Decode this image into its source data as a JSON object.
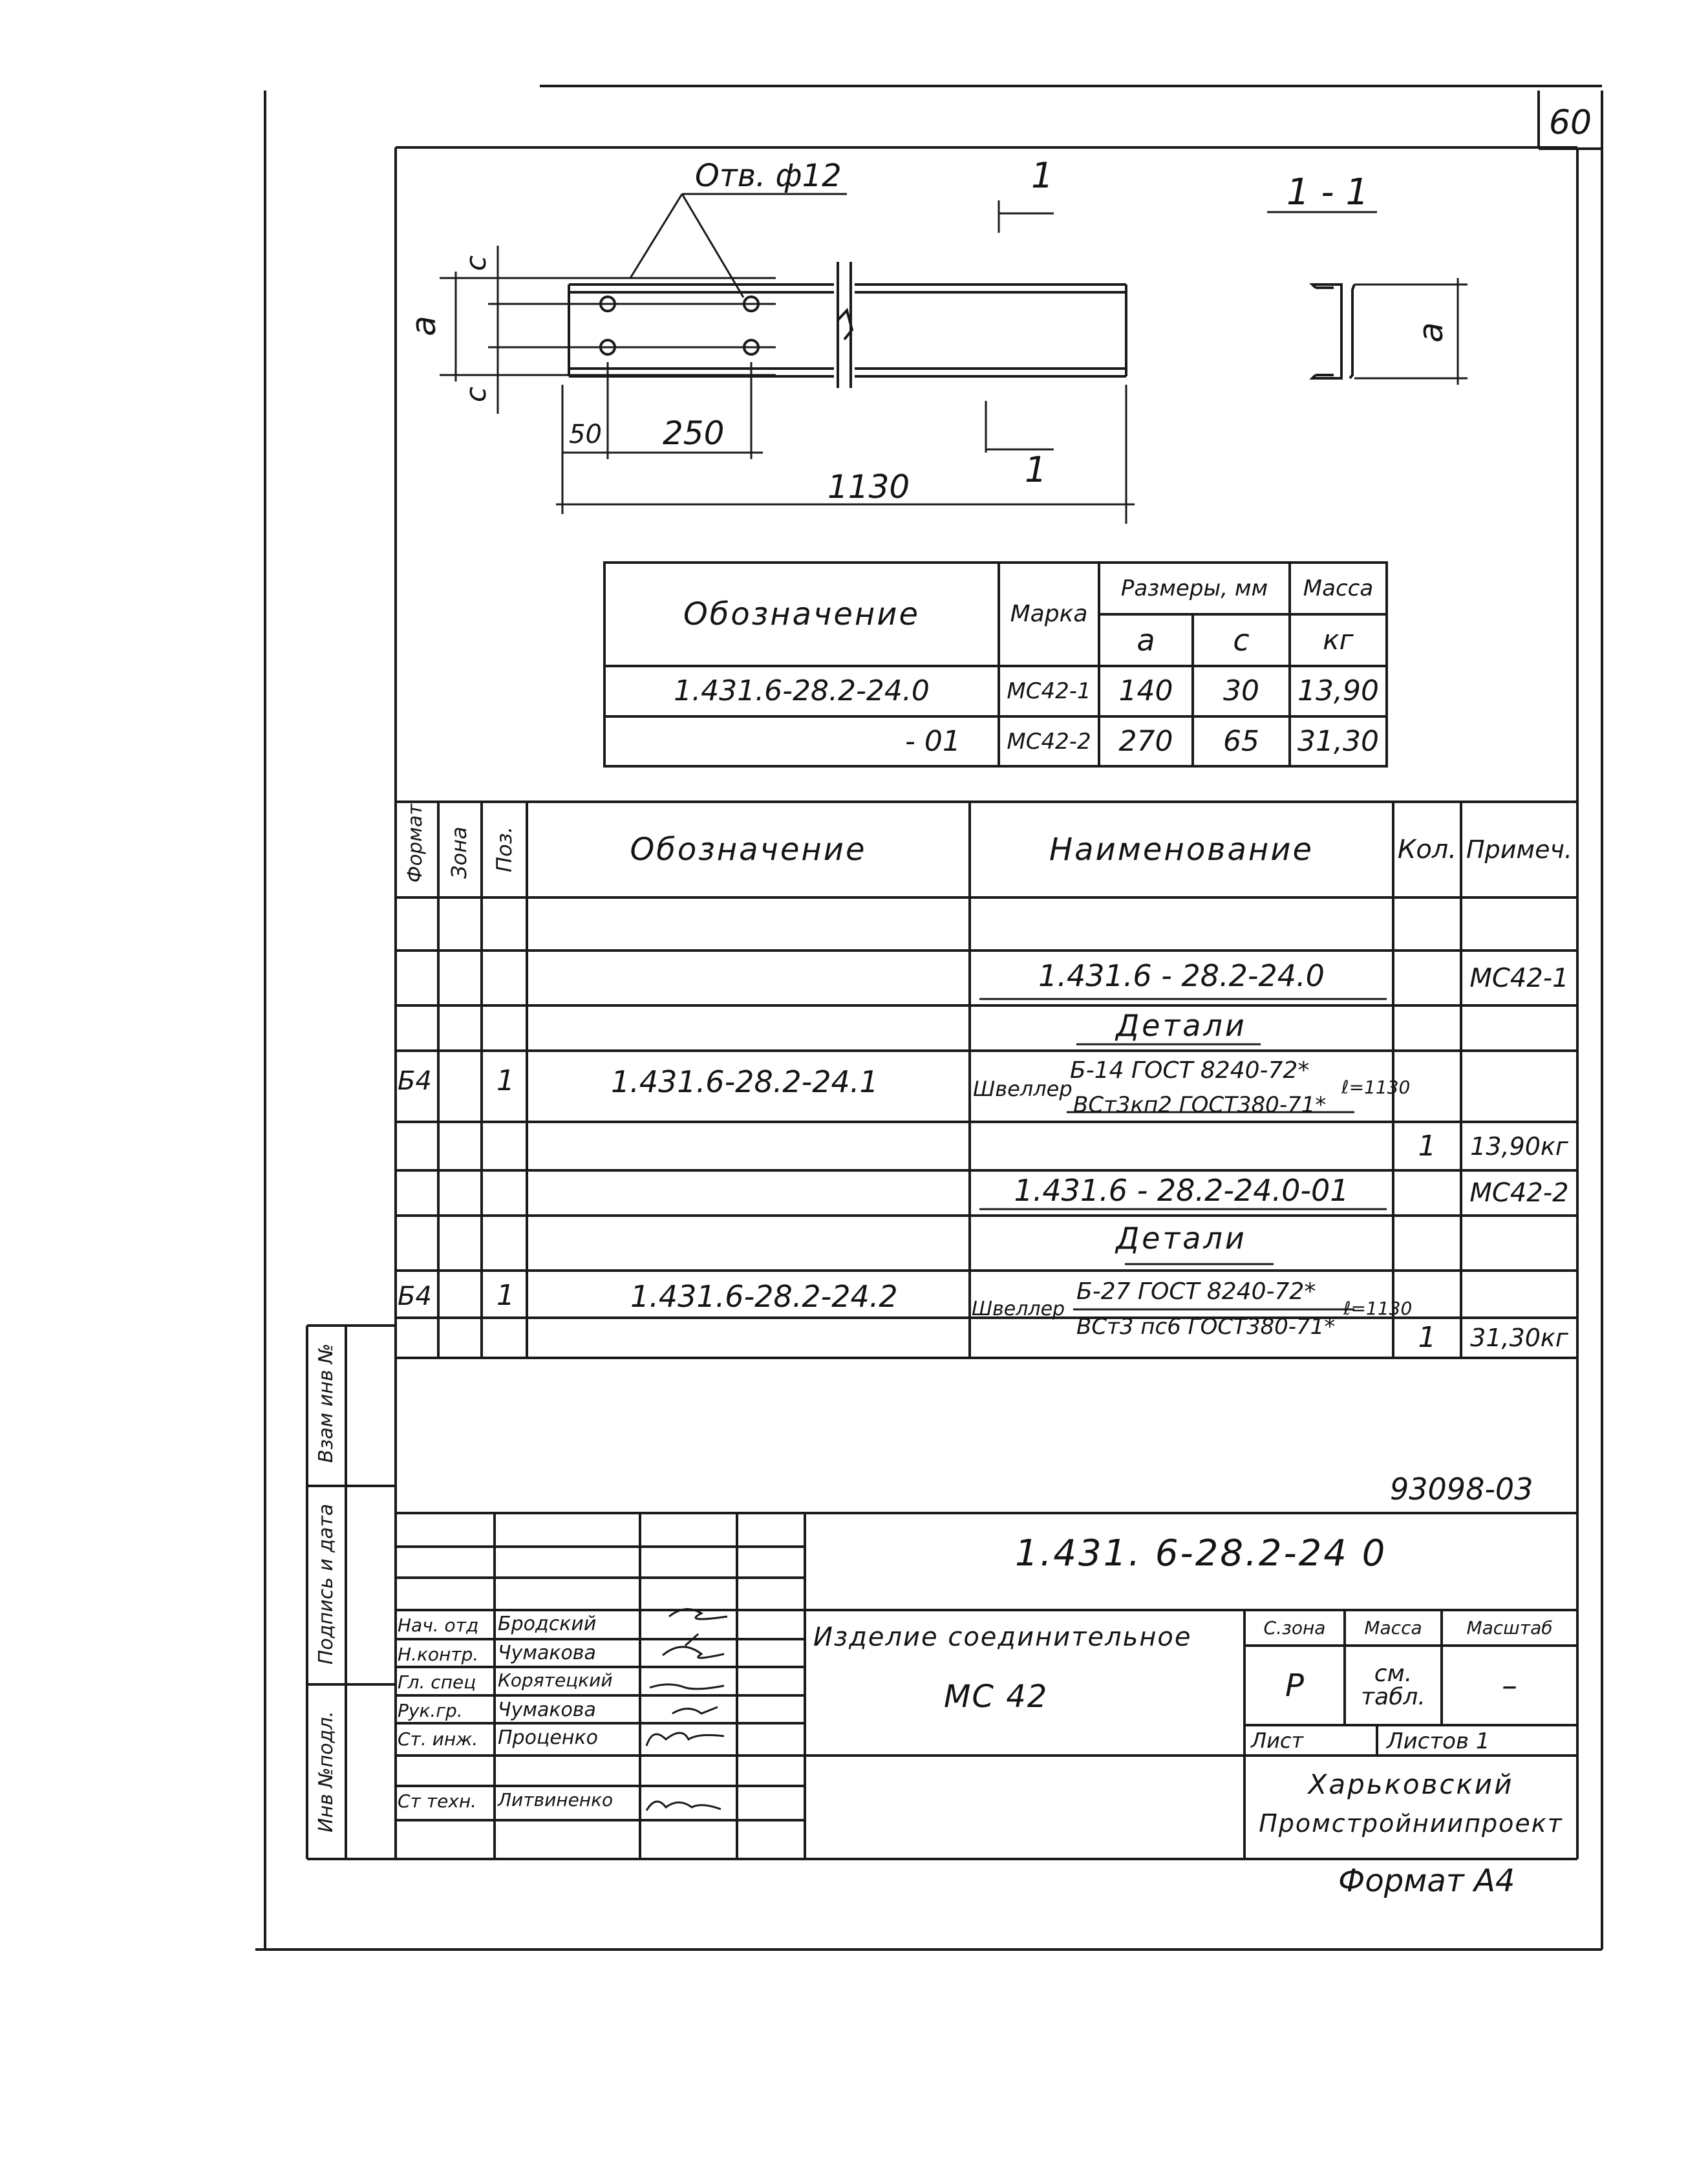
{
  "sheet": {
    "page_number": "60",
    "format_label": "Формат А4",
    "archive_number": "93098-03"
  },
  "drawing": {
    "hole_note": "Отв. ф12",
    "section_mark": "1",
    "section_title": "1 - 1",
    "dim_a": "a",
    "dim_c": "c",
    "dim_50": "50",
    "dim_250": "250",
    "dim_1130": "1130"
  },
  "size_table": {
    "h_designation": "Обозначение",
    "h_mark": "Марка",
    "h_sizes": "Размеры, мм",
    "h_mass": "Масса",
    "h_a": "a",
    "h_c": "c",
    "h_kg": "кг",
    "rows": [
      {
        "designation": "1.431.6-28.2-24.0",
        "mark": "МС42-1",
        "a": "140",
        "c": "30",
        "mass": "13,90"
      },
      {
        "designation": "- 01",
        "mark": "МС42-2",
        "a": "270",
        "c": "65",
        "mass": "31,30"
      }
    ]
  },
  "spec": {
    "h_format": "Формат",
    "h_zone": "Зона",
    "h_pos": "Поз.",
    "h_designation": "Обозначение",
    "h_name": "Наименование",
    "h_qty": "Кол.",
    "h_note": "Примеч.",
    "assembly1": "1.431.6 - 28.2-24.0",
    "assembly1_note": "МС42-1",
    "details1": "Детали",
    "item1": {
      "format": "Б4",
      "pos": "1",
      "designation": "1.431.6-28.2-24.1",
      "name_prefix": "Швеллер",
      "name_top": "Б-14 ГОСТ 8240-72*",
      "name_bottom": "ВСт3кп2 ГОСТ380-71*",
      "length": "ℓ=1130",
      "qty": "1",
      "note": "13,90кг"
    },
    "assembly2": "1.431.6 - 28.2-24.0-01",
    "assembly2_note": "МС42-2",
    "details2": "Детали",
    "item2": {
      "format": "Б4",
      "pos": "1",
      "designation": "1.431.6-28.2-24.2",
      "name_prefix": "Швеллер",
      "name_top": "Б-27 ГОСТ 8240-72*",
      "name_bottom": "ВСт3 пс6 ГОСТ380-71*",
      "length": "ℓ=1130",
      "qty": "1",
      "note": "31,30кг"
    }
  },
  "side_labels": {
    "replace_inv": "Взам инв №",
    "sign_date": "Подпись и дата",
    "inv_orig": "Инв №подл."
  },
  "title_block": {
    "code": "1.431. 6-28.2-24 0",
    "name_line1": "Изделие соединительное",
    "name_line2": "МС 42",
    "roles": [
      {
        "role": "Нач. отд",
        "name": "Бродский"
      },
      {
        "role": "Н.контр.",
        "name": "Чумакова"
      },
      {
        "role": "Гл. спец",
        "name": "Корятецкий"
      },
      {
        "role": "Рук.гр.",
        "name": "Чумакова"
      },
      {
        "role": "Ст. инж.",
        "name": "Проценко"
      },
      {
        "role": "",
        "name": ""
      },
      {
        "role": "Ст техн.",
        "name": "Литвиненко"
      }
    ],
    "h_stage": "С.зона",
    "h_mass": "Масса",
    "h_scale": "Масштаб",
    "stage": "Р",
    "mass": "см. табл.",
    "scale": "–",
    "sheet_label": "Лист",
    "sheets_label": "Листов 1",
    "org_line1": "Харьковский",
    "org_line2": "Промстройниипроект"
  }
}
